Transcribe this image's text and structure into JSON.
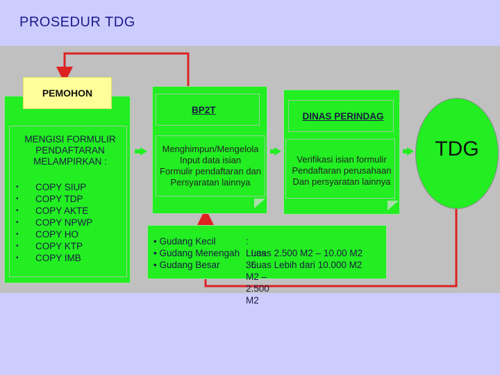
{
  "page_title": "PROSEDUR TDG",
  "pemohon": {
    "label": "PEMOHON",
    "heading_lines": [
      "MENGISI FORMULIR",
      "PENDAFTARAN",
      "MELAMPIRKAN :"
    ],
    "bullet": "•",
    "items": [
      "COPY SIUP",
      "COPY TDP",
      "COPY AKTE",
      "COPY NPWP",
      "COPY HO",
      "COPY KTP",
      "COPY IMB"
    ]
  },
  "bp2t": {
    "heading": "BP2T",
    "lines": [
      "Menghimpun/Mengelola",
      "Input data isian",
      "Formulir pendaftaran dan",
      "Persyaratan lainnya"
    ]
  },
  "dinas": {
    "heading": "DINAS PERINDAG",
    "lines": [
      "Verifikasi isian formulir",
      "Pendaftaran perusahaan",
      "Dan persyaratan lainnya"
    ]
  },
  "tdg": {
    "label": "TDG"
  },
  "gudang": {
    "rows": [
      {
        "name": "• Gudang Kecil",
        "size": ": Luas 36 M2 – 2.500 M2"
      },
      {
        "name": "• Gudang Menengah",
        "size": ": Luas 2.500 M2 – 10.00 M2"
      },
      {
        "name": "• Gudang Besar",
        "size": ": Luas Lebih dari 10.000 M2"
      }
    ]
  },
  "colors": {
    "panel": "#c0c0c0",
    "box": "#22ee22",
    "pill": "#ffff99",
    "connector": "#dd2222",
    "background": "#ccccff"
  }
}
